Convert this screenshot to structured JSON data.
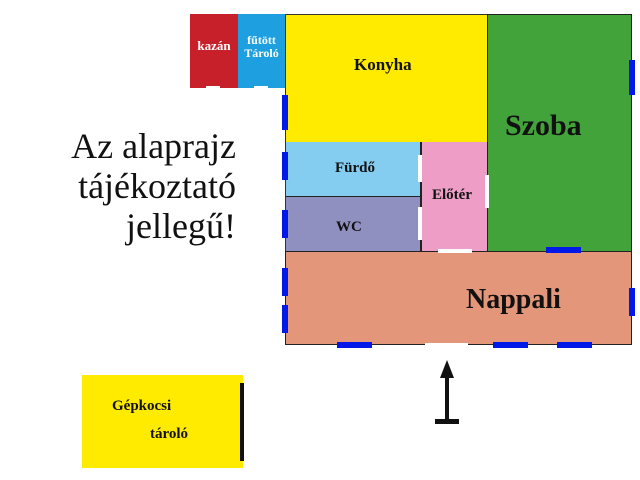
{
  "notice": {
    "lines": [
      "Az alaprajz",
      "tájékoztató",
      "jellegű!"
    ]
  },
  "rooms": {
    "kazan": {
      "label": "kazán",
      "color": "#c8202a"
    },
    "futott_tarolo": {
      "label_line1": "fűtött",
      "label_line2": "Tároló",
      "color": "#1ea0e0"
    },
    "konyha": {
      "label": "Konyha",
      "color": "#ffeb00"
    },
    "szoba": {
      "label": "Szoba",
      "color": "#43a33b"
    },
    "furdo": {
      "label": "Fürdő",
      "color": "#84ccf0"
    },
    "wc": {
      "label": "WC",
      "color": "#8f8fc0"
    },
    "eloter": {
      "label": "Előtér",
      "color": "#ee9ec6"
    },
    "nappali": {
      "label": "Nappali",
      "color": "#e4967a"
    },
    "garage": {
      "label_line1": "Gépkocsi",
      "label_line2": "tároló",
      "color": "#ffeb00"
    }
  },
  "legend_colors": {
    "window": "#0018e8",
    "door": "#ffffff",
    "wall": "#222222"
  },
  "entrance_arrow": {
    "icon": "up-arrow-icon"
  }
}
